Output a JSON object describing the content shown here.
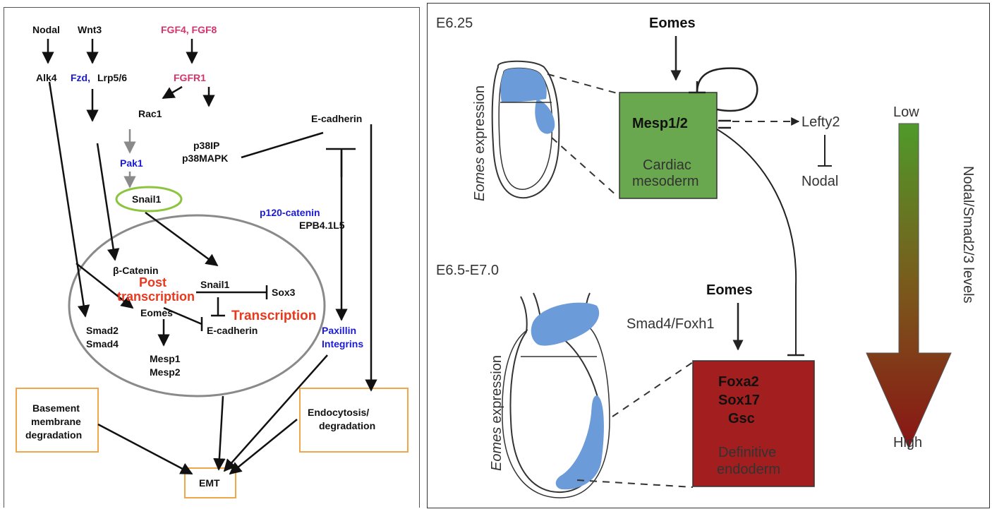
{
  "left": {
    "nodes": {
      "nodal": "Nodal",
      "wnt3": "Wnt3",
      "fgf48": "FGF4, FGF8",
      "alk4": "Alk4",
      "fzd": "Fzd,",
      "lrp": "Lrp5/6",
      "fgfr1": "FGFR1",
      "rac1": "Rac1",
      "ecadherin_top": "E-cadherin",
      "p38ip": "p38IP",
      "p38mapk": "p38MAPK",
      "pak1": "Pak1",
      "snail1_top": "Snail1",
      "p120": "p120-catenin",
      "epb": "EPB4.1L5",
      "bcatenin": "β-Catenin",
      "post_transcription_1": "Post",
      "post_transcription_2": "transcription",
      "snail1_inner": "Snail1",
      "sox3": "Sox3",
      "transcription": "Transcription",
      "eomes": "Eomes",
      "ecadherin_inner": "E-cadherin",
      "smad2": "Smad2",
      "smad4": "Smad4",
      "mesp1": "Mesp1",
      "mesp2": "Mesp2",
      "paxillin": "Paxillin",
      "integrins": "Integrins",
      "basement_1": "Basement",
      "basement_2": "membrane",
      "basement_3": "degradation",
      "endo_1": "Endocytosis/",
      "endo_2": "degradation",
      "emt": "EMT"
    },
    "colors": {
      "black": "#111111",
      "blue": "#1a1ad6",
      "pink": "#d6336c",
      "red": "#e8391e",
      "green": "#8bc53f",
      "grey": "#8a8a8a",
      "orange": "#f0a64a"
    }
  },
  "right": {
    "stage_top": "E6.25",
    "stage_bottom": "E6.5-E7.0",
    "eomes_top": "Eomes",
    "eomes_bottom": "Eomes",
    "eomes_expression_top": "expression",
    "eomes_expression_bottom": "expression",
    "eomes_italic": "Eomes",
    "mesp": "Mesp1/2",
    "cardiac_1": "Cardiac",
    "cardiac_2": "mesoderm",
    "lefty2": "Lefty2",
    "nodal": "Nodal",
    "smad4foxh1": "Smad4/Foxh1",
    "foxa2": "Foxa2",
    "sox17": "Sox17",
    "gsc": "Gsc",
    "definitive_1": "Definitive",
    "definitive_2": "endoderm",
    "low": "Low",
    "high": "High",
    "gradient_label": "Nodal/Smad2/3 levels",
    "colors": {
      "green_box": "#6aa84f",
      "red_box": "#a31f1f",
      "blue_fill": "#6b9bd8",
      "arrow_top": "#4f9a2a",
      "arrow_bottom": "#8a1414"
    }
  }
}
